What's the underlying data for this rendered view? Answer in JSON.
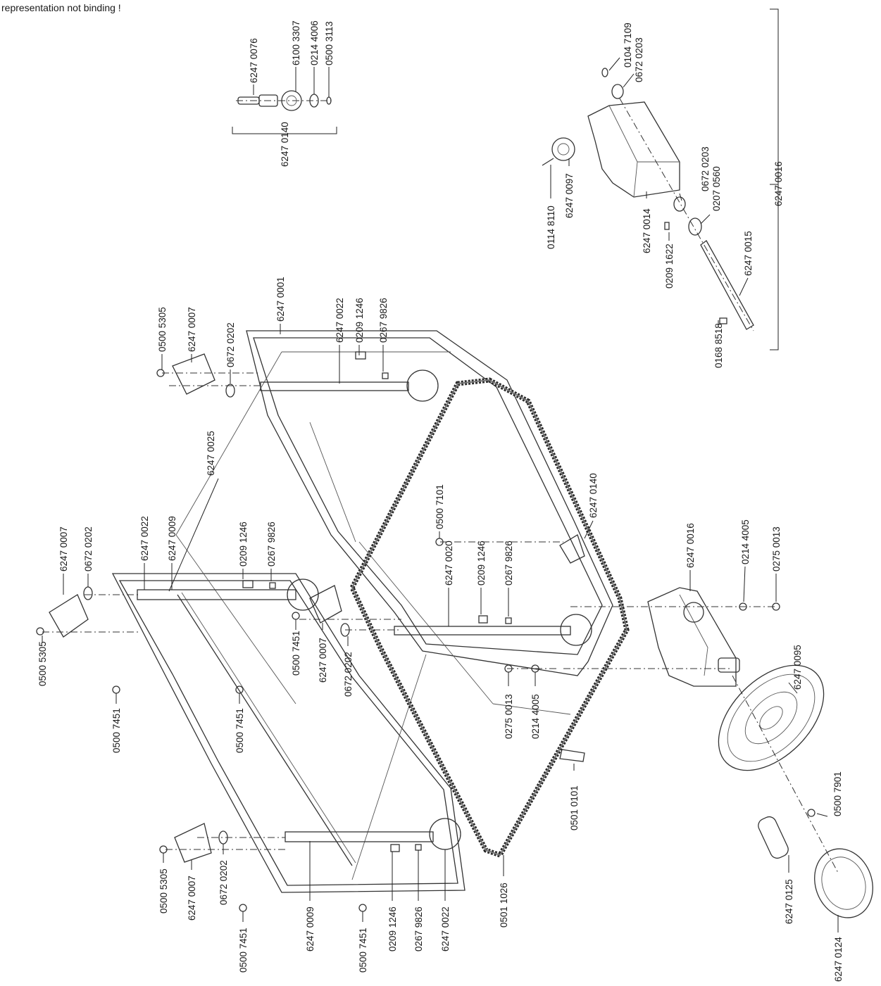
{
  "disclaimer": "representation not binding !",
  "labels": {
    "l6247_0076": "6247 0076",
    "l6100_3307": "6100 3307",
    "l0214_4006": "0214 4006",
    "l0500_3113": "0500 3113",
    "l6247_0140_top": "6247 0140",
    "l0104_7109": "0104 7109",
    "l0672_0203_a": "0672 0203",
    "l0114_8110": "0114 8110",
    "l6247_0097": "6247 0097",
    "l6247_0014": "6247 0014",
    "l0672_0203_b": "0672 0203",
    "l0207_0560": "0207 0560",
    "l0209_1622": "0209 1622",
    "l6247_0015": "6247 0015",
    "l0168_8518": "0168 8518",
    "l6247_0016_bracket": "6247 0016",
    "l0500_5305_a": "0500 5305",
    "l6247_0007_a": "6247 0007",
    "l0672_0202_a": "0672 0202",
    "l6247_0001": "6247 0001",
    "l6247_0022_a": "6247 0022",
    "l0209_1246_a": "0209 1246",
    "l0267_9826_a": "0267 9826",
    "l6247_0025": "6247 0025",
    "l6247_0140_mid": "6247 0140",
    "l0500_7101": "0500 7101",
    "l6247_0007_b": "6247 0007",
    "l0672_0202_b": "0672 0202",
    "l6247_0022_b": "6247 0022",
    "l6247_0009_a": "6247 0009",
    "l0209_1246_b": "0209 1246",
    "l0267_9826_b": "0267 9826",
    "l6247_0020": "6247 0020",
    "l0209_1246_c": "0209 1246",
    "l0267_9826_c": "0267 9826",
    "l6247_0016_mid": "6247 0016",
    "l0214_4005_a": "0214 4005",
    "l0275_0013_a": "0275 0013",
    "l0500_5305_b": "0500 5305",
    "l0500_7451_a": "0500 7451",
    "l0500_7451_b": "0500 7451",
    "l0500_7451_c": "0500 7451",
    "l6247_0007_c": "6247 0007",
    "l0672_0202_c": "0672 0202",
    "l0275_0013_b": "0275 0013",
    "l0214_4005_b": "0214 4005",
    "l6247_0095": "6247 0095",
    "l0501_0101": "0501 0101",
    "l0500_7901": "0500 7901",
    "l0500_5305_c": "0500 5305",
    "l6247_0007_d": "6247 0007",
    "l0672_0202_d": "0672 0202",
    "l0500_7451_d": "0500 7451",
    "l6247_0009_b": "6247 0009",
    "l0500_7451_e": "0500 7451",
    "l0209_1246_d": "0209 1246",
    "l0267_9826_d": "0267 9826",
    "l6247_0022_c": "6247 0022",
    "l0501_1026": "0501 1026",
    "l6247_0125": "6247 0125",
    "l6247_0124": "6247 0124"
  }
}
